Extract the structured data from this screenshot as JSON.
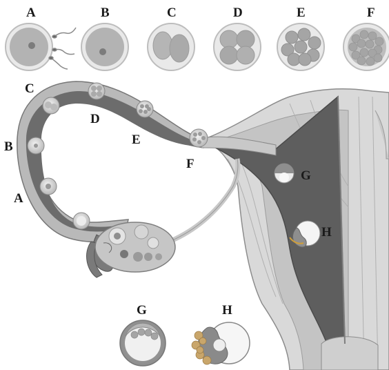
{
  "top_stages": [
    {
      "label": "A",
      "icon": "fertilization-egg-sperm-icon"
    },
    {
      "label": "B",
      "icon": "zygote-icon"
    },
    {
      "label": "C",
      "icon": "two-cell-stage-icon"
    },
    {
      "label": "D",
      "icon": "four-cell-stage-icon"
    },
    {
      "label": "E",
      "icon": "eight-cell-stage-icon"
    },
    {
      "label": "F",
      "icon": "morula-icon"
    }
  ],
  "tube_labels": {
    "A": "A",
    "B": "B",
    "C": "C",
    "D": "D",
    "E": "E",
    "F": "F"
  },
  "uterus_labels": {
    "G": "G",
    "H": "H"
  },
  "bottom_stages": [
    {
      "label": "G",
      "icon": "blastocyst-icon"
    },
    {
      "label": "H",
      "icon": "implanting-blastocyst-icon"
    }
  ],
  "colors": {
    "tissue_light": "#d4d4d4",
    "tissue_mid": "#a8a8a8",
    "tissue_dark": "#7a7a7a",
    "cavity": "#5e5e5e",
    "outline": "#555555"
  }
}
